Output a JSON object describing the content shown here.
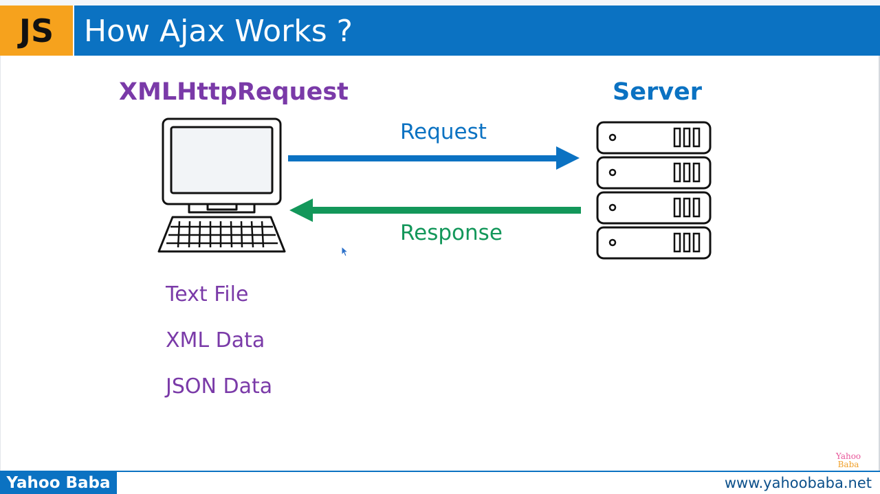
{
  "header": {
    "badge": "JS",
    "title": "How Ajax Works ?"
  },
  "diagram": {
    "client_label": "XMLHttpRequest",
    "server_label": "Server",
    "request_label": "Request",
    "response_label": "Response",
    "data_types": [
      "Text File",
      "XML Data",
      "JSON Data"
    ]
  },
  "footer": {
    "brand": "Yahoo Baba",
    "url": "www.yahoobaba.net",
    "watermark_line1": "Yahoo",
    "watermark_line2": "Baba"
  },
  "colors": {
    "title_bar": "#0b72c2",
    "badge": "#f6a21d",
    "client_text": "#7a3aa8",
    "request_arrow": "#0b72c2",
    "response_arrow": "#13975a"
  },
  "icons": {
    "client": "desktop-computer-icon",
    "server": "server-rack-icon",
    "cursor": "mouse-pointer-icon"
  }
}
